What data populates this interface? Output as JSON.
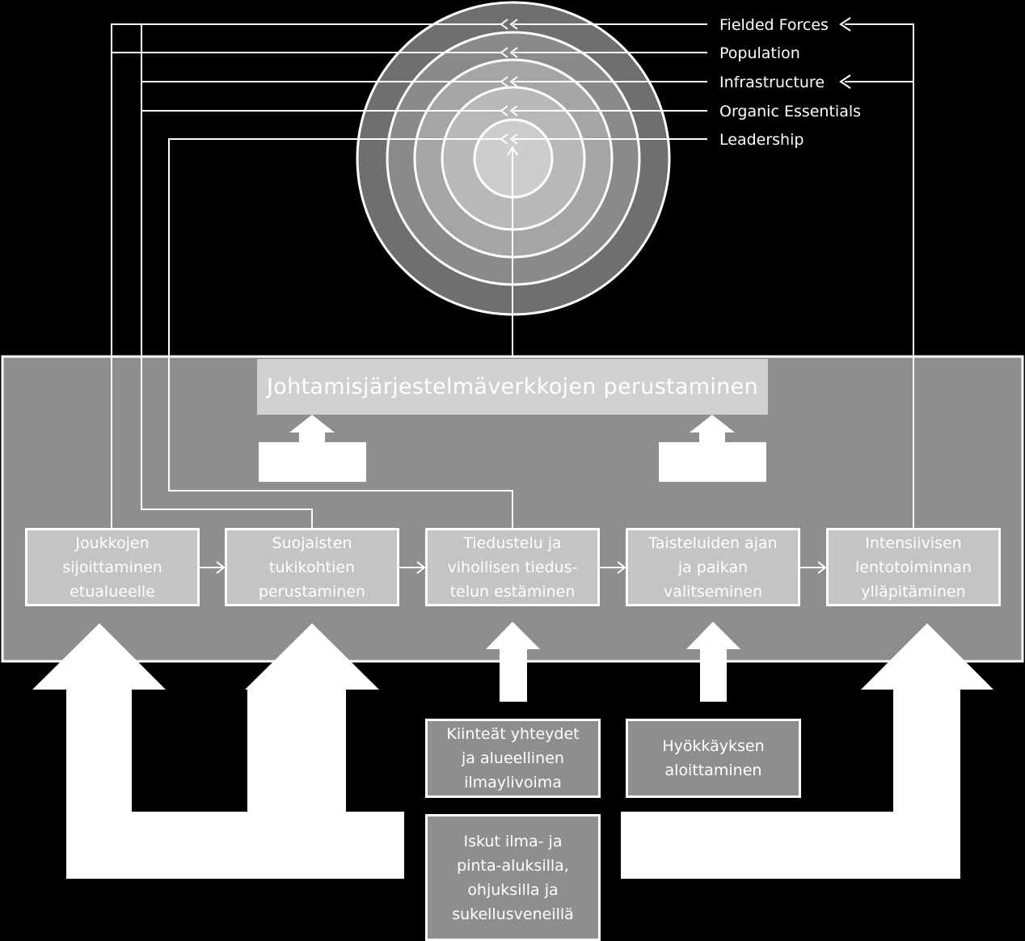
{
  "rings": {
    "labels": [
      "Fielded Forces",
      "Population",
      "Infrastructure",
      "Organic Essentials",
      "Leadership"
    ],
    "colors": [
      "#6f6f6f",
      "#8a8a8a",
      "#a5a5a5",
      "#b8b8b8",
      "#cdcdcd"
    ]
  },
  "header": {
    "title": "Johtamisjärjestelmäverkkojen perustaminen"
  },
  "phases": [
    {
      "label": "Joukkojen\nsijoittaminen\netualueelle"
    },
    {
      "label": "Suojaisten\ntukikohtien\nperustaminen"
    },
    {
      "label": "Tiedustelu ja\nvihollisen tiedus-\ntelun estäminen"
    },
    {
      "label": "Taisteluiden ajan\nja paikan\nvalitseminen"
    },
    {
      "label": "Intensiivisen\nlentotoiminnan\nylläpitäminen"
    }
  ],
  "inputs": {
    "fixed_connections": "Kiinteät yhteydet\nja alueellinen\nilmaylivoima",
    "offensive_start": "Hyökkäyksen\naloittaminen",
    "strikes": "Iskut ilma- ja\npinta-aluksilla,\nohjuksilla ja\nsukellusveneillä"
  },
  "colors": {
    "background": "#000000",
    "panel": "#8e8e8e",
    "title_box": "#d0d0d0",
    "phase_box": "#c4c4c4",
    "connector": "#ffffff"
  }
}
